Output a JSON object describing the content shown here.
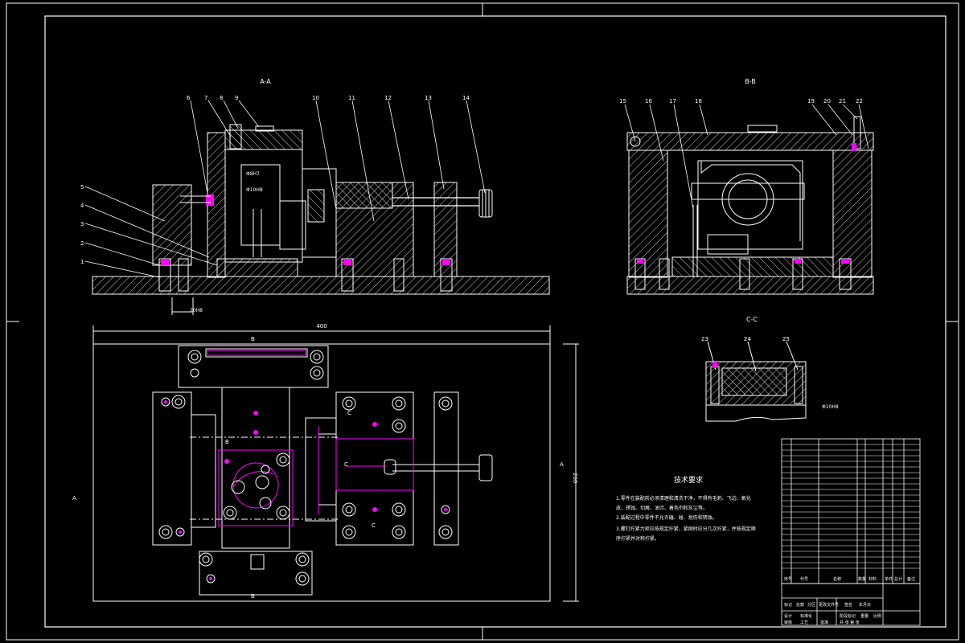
{
  "drawing": {
    "views": {
      "view_a_label": "A-A",
      "view_b_label": "B-B",
      "view_c_label": "C-C"
    },
    "dims": {
      "overall_width": "400",
      "plan_height": "260",
      "bottom_dim": "20H8",
      "tolerance_1": "Φ8H7",
      "tolerance_2": "Φ10H8",
      "tolerance_c": "Φ10H8"
    },
    "section_marks": {
      "a_left": "A",
      "a_right": "A",
      "b_top": "B",
      "b_bottom": "B",
      "c_top": "C",
      "c_bottom": "C",
      "b_mid": "B",
      "c_mid": "C"
    },
    "balloons_a": [
      "1",
      "2",
      "3",
      "4",
      "5",
      "6",
      "7",
      "8",
      "9",
      "10",
      "11",
      "12",
      "13",
      "14"
    ],
    "balloons_b": [
      "15",
      "16",
      "17",
      "18",
      "19",
      "20",
      "21",
      "22"
    ],
    "balloons_c": [
      "23",
      "24",
      "25"
    ],
    "tech": {
      "title": "技术要求",
      "lines": [
        "1.零件在装配前必须清理和清洗干净，不得有毛刺、飞边、氧化",
        "皮、锈蚀、切屑、油污、着色剂和灰尘等。",
        "2.装配过程中零件不允许磕、碰、划伤和锈蚀。",
        "3.螺钉拧紧力矩应按规定拧紧，紧固时应分几次拧紧，并按规定顺",
        "序拧紧并对称拧紧。"
      ]
    },
    "title_block": {
      "headers": [
        "序号",
        "代号",
        "名称",
        "数量",
        "材料",
        "单件",
        "总计",
        "备注"
      ],
      "sign_row": [
        "标记",
        "处数",
        "分区",
        "更改文件号",
        "签名",
        "年月日"
      ],
      "scale_label": "比例",
      "weight_label": "重量",
      "stage_label": "阶段标记",
      "sheet_label": "共 张 第 张",
      "design_label": "设计",
      "check_label": "审核",
      "process_label": "工艺",
      "approve_label": "批准",
      "std_label": "标准化"
    }
  },
  "colors": {
    "bg": "#000000",
    "line": "#ffffff",
    "accent": "#ff00ff",
    "hatch": "#ffffff"
  }
}
